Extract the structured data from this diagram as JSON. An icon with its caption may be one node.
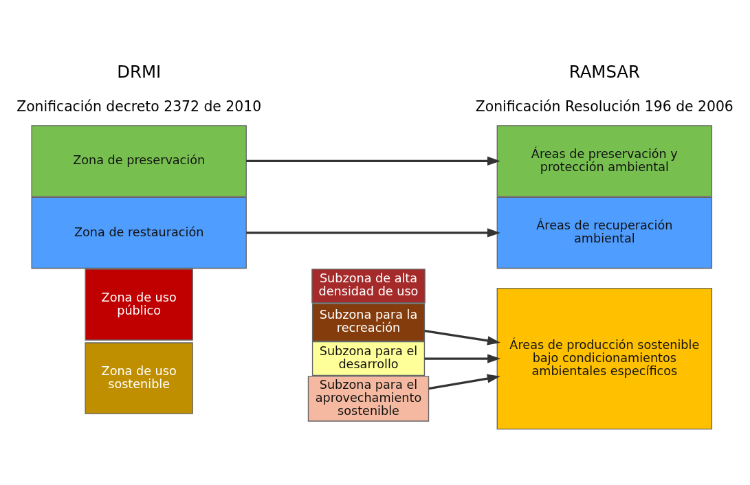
{
  "diagram": {
    "nodes": [
      {
        "text": [
          "Zona de preservación"
        ]
      },
      {
        "text": [
          "Zona de restauración"
        ]
      },
      {
        "text": [
          "Zona de uso sostenible"
        ]
      },
      {
        "text": [
          "Subzona para el aprovechamiento sostenible"
        ]
      },
      {
        "text": [
          "Subzona para el desarrollo"
        ]
      },
      {
        "text": [
          "Zona de uso público"
        ]
      },
      {
        "text": [
          "Subzona para la recreación"
        ]
      },
      {
        "text": [
          "Subzona de alta densidad de uso"
        ]
      },
      {
        "text": [
          "Áreas de preservación y protección ambiental"
        ]
      },
      {
        "text": [
          "Áreas de recuperación ambiental"
        ]
      },
      {
        "text": [
          "Áreas de producción sostenible bajo condicionamientos ambientales específicos"
        ]
      }
    ],
    "edges": [
      {
        "from": 0,
        "to": 8,
        "arrow": "to"
      },
      {
        "from": 1,
        "to": 9,
        "arrow": "to"
      },
      {
        "from": 3,
        "to": 10,
        "arrow": "to"
      },
      {
        "from": 4,
        "to": 10,
        "arrow": "to"
      },
      {
        "from": 6,
        "to": 10,
        "arrow": "to"
      }
    ],
    "labels": [
      "DRMI",
      "Zonificación decreto 2372 de 2010",
      "RAMSAR",
      "Zonificación Resolución 196 de 2006"
    ]
  }
}
